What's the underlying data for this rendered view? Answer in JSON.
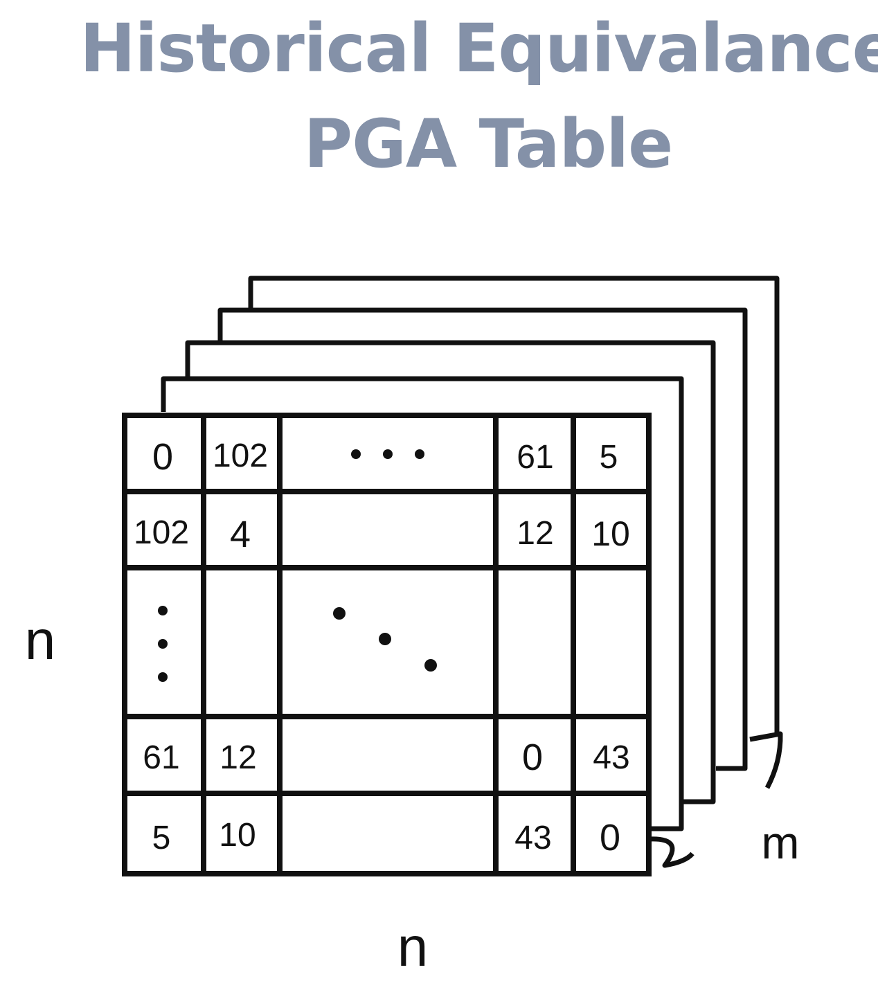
{
  "title": {
    "line1": "Historical Equivalance",
    "line2": "PGA Table"
  },
  "labels": {
    "rows_dimension": "n",
    "cols_dimension": "n",
    "depth_dimension": "m"
  },
  "matrix": {
    "rows": [
      [
        "0",
        "102",
        "…",
        "61",
        "5"
      ],
      [
        "102",
        "4",
        "",
        "12",
        "10"
      ],
      [
        "⋮",
        "",
        "⋱",
        "",
        ""
      ],
      [
        "61",
        "12",
        "",
        "0",
        "43"
      ],
      [
        "5",
        "10",
        "",
        "43",
        "0"
      ]
    ]
  },
  "colors": {
    "title": "#8491a8",
    "lines": "#111111"
  }
}
